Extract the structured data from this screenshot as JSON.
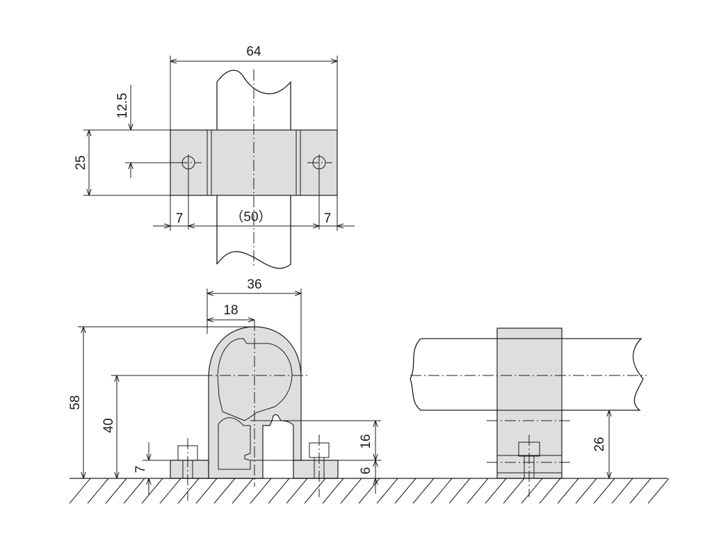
{
  "dimensions": {
    "top_width": "64",
    "top_height": "25",
    "top_hole_offset": "12.5",
    "top_left_edge": "7",
    "top_pitch": "（50）",
    "top_right_edge": "7",
    "front_width": "36",
    "front_half_width": "18",
    "front_height": "58",
    "front_center_height": "40",
    "front_base_height": "7",
    "front_clip_height": "16",
    "front_clip_base": "6",
    "side_height": "26"
  }
}
